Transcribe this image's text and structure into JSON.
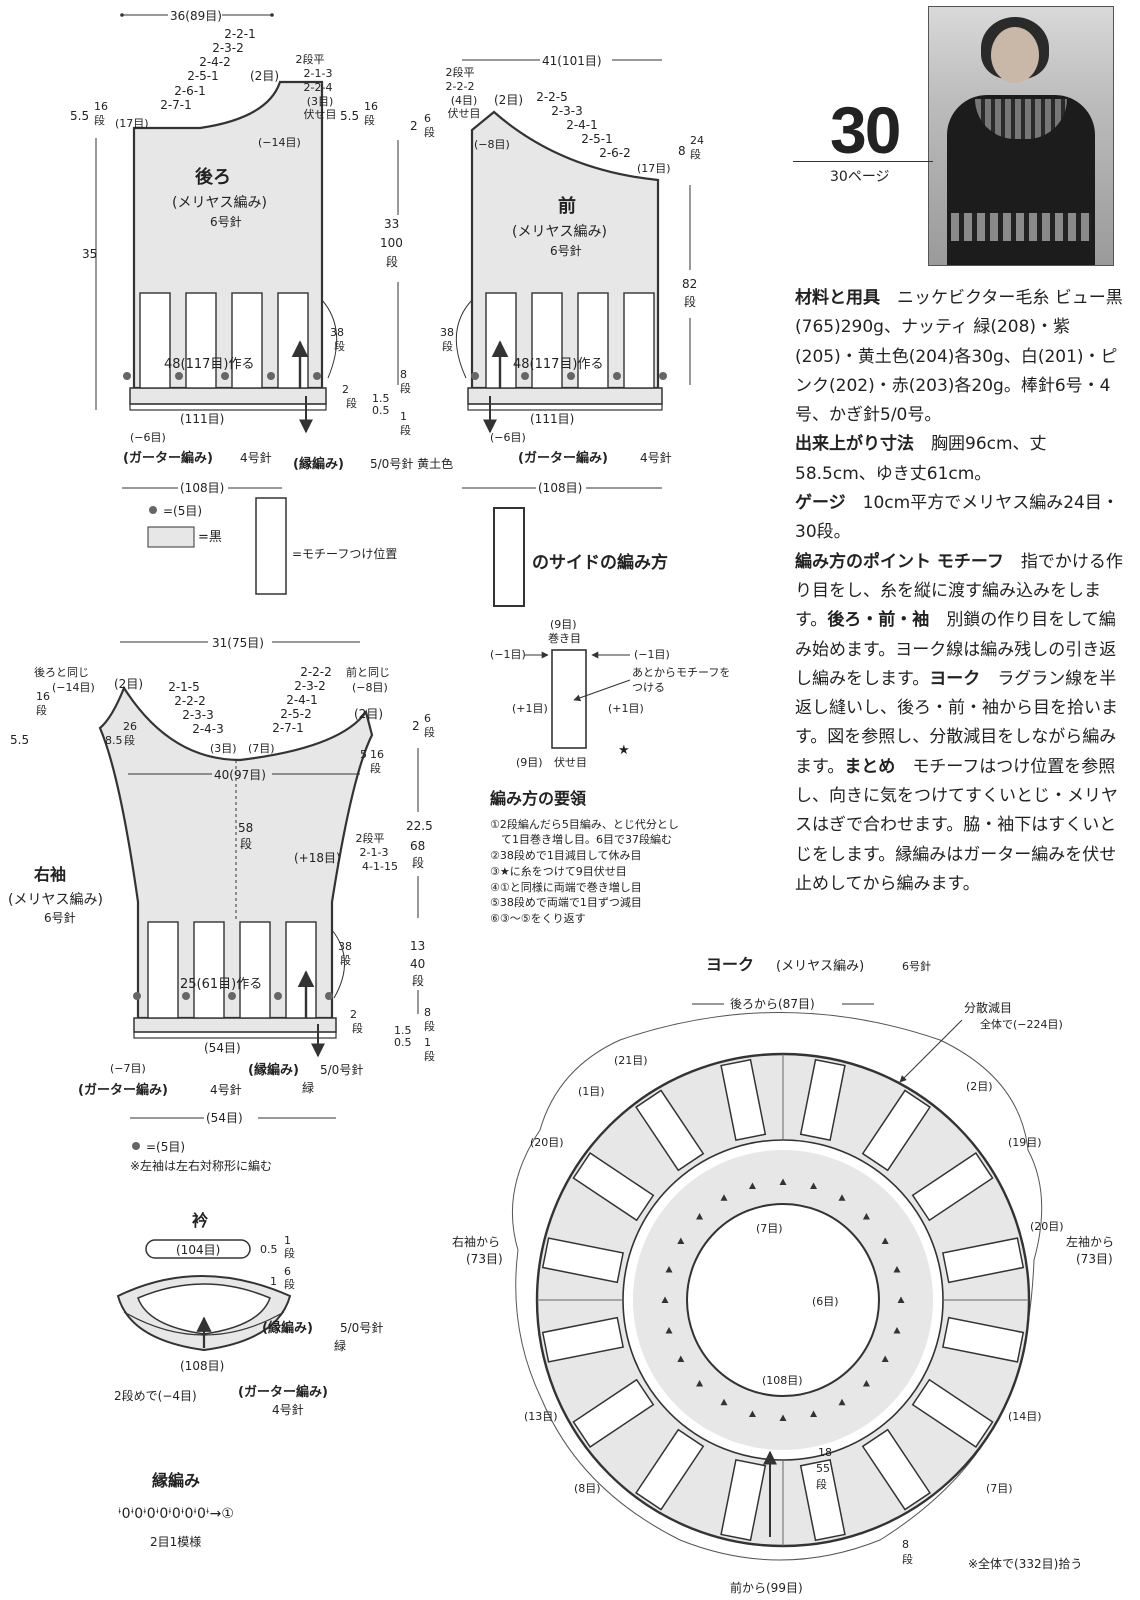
{
  "header": {
    "pattern_number": "30",
    "page_ref": "30ページ"
  },
  "materials": {
    "p1_head": "材料と用具",
    "p1_body": "ニッケビクター毛糸 ビュー黒(765)290g、ナッティ 緑(208)・紫(205)・黄土色(204)各30g、白(201)・ピンク(202)・赤(203)各20g。棒針6号・4号、かぎ針5/0号。",
    "p2_head": "出来上がり寸法",
    "p2_body": "胸囲96cm、丈58.5cm、ゆき丈61cm。",
    "p3_head": "ゲージ",
    "p3_body": "10cm平方でメリヤス編み24目・30段。",
    "p4_head": "編み方のポイント モチーフ",
    "p4_body": "指でかける作り目をし、糸を縦に渡す編み込みをします。",
    "p4b_head": "後ろ・前・袖",
    "p4b_body": "別鎖の作り目をして編み始めます。ヨーク線は編み残しの引き返し編みをします。",
    "p4c_head": "ヨーク",
    "p4c_body": "ラグラン線を半返し縫いし、後ろ・前・袖から目を拾います。図を参照し、分散減目をしながら編みます。",
    "p4d_head": "まとめ",
    "p4d_body": "モチーフはつけ位置を参照し、向きに気をつけてすくいとじ・メリヤスはぎで合わせます。脇・袖下はすくいとじをします。縁編みはガーター編みを伏せ止めしてから編みます。"
  },
  "back": {
    "width_top": "36(89目)",
    "title": "後ろ",
    "stitch": "(メリヤス編み)",
    "needle": "6号針",
    "dec_left": [
      "2-2-1",
      "2-3-2",
      "2-4-2",
      "2-5-1",
      "2-6-1",
      "2-7-1"
    ],
    "dec_right": [
      "2段平",
      "2-1-3",
      "2-2-4",
      "(3目)",
      "伏せ目"
    ],
    "center": "(2目)",
    "side17": "(17目)",
    "minus14": "(−14目)",
    "h55": "5.5",
    "h16a": "16",
    "h16b": "段",
    "h55r": "5.5",
    "h16r": "16",
    "h35": "35",
    "h33": "33",
    "h100": "100",
    "h100b": "段",
    "h38": "38",
    "h38b": "段",
    "cast": "48(117目)作る",
    "h8": "8",
    "h8b": "段",
    "h15": "1.5",
    "h05": "0.5",
    "h1": "1",
    "h1b": "段",
    "h2": "2",
    "h2b": "段",
    "st111": "(111目)",
    "minus6": "(−6目)",
    "garter": "(ガーター編み)",
    "garter_needle": "4号針",
    "border": "(縁編み)",
    "border_needle": "5/0号針 黄土色",
    "st108": "(108目)"
  },
  "front": {
    "width_top": "41(101目)",
    "title": "前",
    "stitch": "(メリヤス編み)",
    "needle": "6号針",
    "dec_left": [
      "2段平",
      "2-2-2",
      "(4目)",
      "伏せ目"
    ],
    "dec_right": [
      "2-2-5",
      "2-3-3",
      "2-4-1",
      "2-5-1",
      "2-6-2"
    ],
    "center": "(2目)",
    "minus8": "(−8目)",
    "side17": "(17目)",
    "h2": "2",
    "h6": "6",
    "h6b": "段",
    "h8": "8",
    "h24": "24",
    "h24b": "段",
    "h82": "82",
    "h82b": "段",
    "h38": "38",
    "h38b": "段",
    "cast": "48(117目)作る",
    "st111": "(111目)",
    "minus6": "(−6目)",
    "garter": "(ガーター編み)",
    "garter_needle": "4号針",
    "st108": "(108目)"
  },
  "legend": {
    "dot": "=(5目)",
    "black": "=黒",
    "motif": "=モチーフつけ位置"
  },
  "motif_side": {
    "title": "のサイドの編み方",
    "top_st": "(9目)",
    "top_lbl": "巻き目",
    "l1": "(−1目)",
    "r1": "(−1目)",
    "note": "あとからモチーフを",
    "note2": "つける",
    "lp1": "(+1目)",
    "rp1": "(+1目)",
    "bot_st": "(9目)",
    "bot_lbl": "伏せ目",
    "star": "★",
    "steps_title": "編み方の要領",
    "steps": [
      "①2段編んだら5目編み、とじ代分とし",
      "　て1目巻き増し目。6目で37段編む",
      "②38段めで1目減目して休み目",
      "③★に糸をつけて9目伏せ目",
      "④①と同様に両端で巻き増し目",
      "⑤38段めで両端で1目ずつ減目",
      "⑥③〜⑤をくり返す"
    ]
  },
  "sleeve": {
    "width_top": "31(75目)",
    "same_back": "後ろと同じ",
    "same_back_st": "(−14目)",
    "same_front": "前と同じ",
    "same_front_st": "(−8目)",
    "center": "(2目)",
    "center_r": "(2目)",
    "dec_left": [
      "2-1-5",
      "2-2-2",
      "2-3-3",
      "2-4-3"
    ],
    "dec_right": [
      "2-2-2",
      "2-3-2",
      "2-4-1",
      "2-5-2",
      "2-7-1"
    ],
    "s3": "(3目)",
    "s7": "(7目)",
    "h55": "5.5",
    "h16": "16",
    "h16b": "段",
    "h85": "8.5",
    "h26": "26",
    "h26b": "段",
    "h2": "2",
    "h6": "6",
    "h6b": "段",
    "h5": "5",
    "h16r": "16",
    "h16rb": "段",
    "w40": "40(97目)",
    "h58": "58",
    "h58b": "段",
    "plus18": "(+18目)",
    "inc": [
      "2段平",
      "2-1-3",
      "4-1-15"
    ],
    "h225": "22.5",
    "h68": "68",
    "h68b": "段",
    "h13": "13",
    "h40": "40",
    "h40b": "段",
    "title": "右袖",
    "stitch": "(メリヤス編み)",
    "needle": "6号針",
    "h38": "38",
    "h38b": "段",
    "cast": "25(61目)作る",
    "h8": "8",
    "h8b": "段",
    "h15": "1.5",
    "h05": "0.5",
    "h1": "1",
    "h1b": "段",
    "h2b": "2",
    "h2bb": "段",
    "minus7": "(−7目)",
    "st54": "(54目)",
    "garter": "(ガーター編み)",
    "garter_needle": "4号針",
    "border": "(縁編み)",
    "border_needle": "5/0号針",
    "border_color": "緑",
    "st54b": "(54目)",
    "dot": "=(5目)",
    "note": "※左袖は左右対称形に編む"
  },
  "collar": {
    "title": "衿",
    "st104": "(104目)",
    "h05": "0.5",
    "h1": "1",
    "h1b": "段",
    "h1r": "1",
    "h6": "6",
    "h6b": "段",
    "border": "(縁編み)",
    "border_needle": "5/0号針",
    "border_color": "緑",
    "st108": "(108目)",
    "dec": "2段めで(−4目)",
    "garter": "(ガーター編み)",
    "garter_needle": "4号針"
  },
  "edging": {
    "title": "縁編み",
    "chart": "ᶤ0ᶤ0ᶤ0ᶤ0ᶤ0ᶤ0ᶤ0ᶤ→①",
    "repeat": "2目1模様"
  },
  "yoke": {
    "title": "ヨーク",
    "stitch": "(メリヤス編み)",
    "needle": "6号針",
    "from_back": "後ろから(87目)",
    "from_front": "前から(99目)",
    "from_right": "右袖から",
    "from_right_st": "(73目)",
    "from_left": "左袖から",
    "from_left_st": "(73目)",
    "dist": "分散減目",
    "dist2": "全体で(−224目)",
    "r21": "(21目)",
    "r1": "(1目)",
    "r2": "(2目)",
    "r20": "(20目)",
    "r19": "(19目)",
    "r20b": "(20目)",
    "r13": "(13目)",
    "r14": "(14目)",
    "r8": "(8目)",
    "r7": "(7目)",
    "inner7": "(7目)",
    "inner6": "(6目)",
    "inner108": "(108目)",
    "h18": "18",
    "h55": "55",
    "h55b": "段",
    "h8": "8",
    "h8b": "段",
    "pickup": "※全体で(332目)拾う"
  },
  "colors": {
    "fill": "#e7e7e7",
    "line": "#333333"
  }
}
